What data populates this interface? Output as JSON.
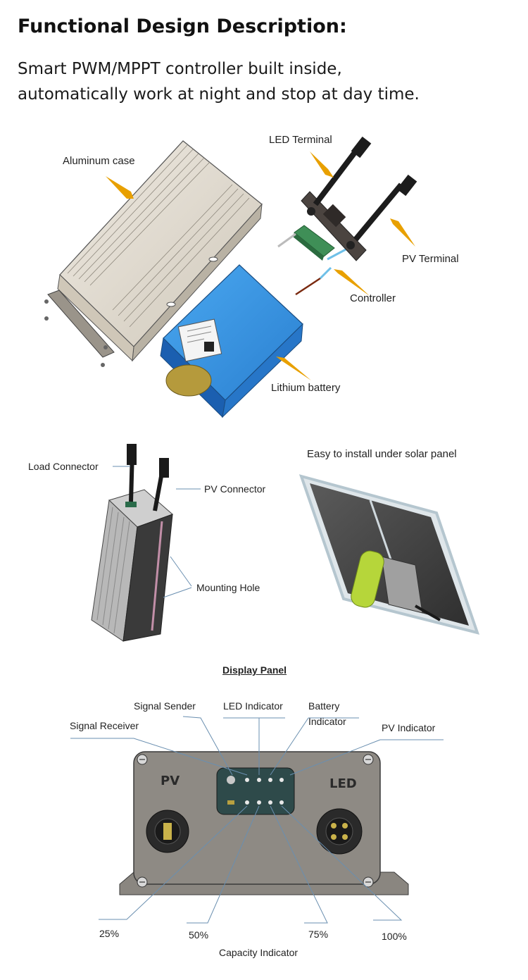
{
  "heading": {
    "title": "Functional Design Description:",
    "line1": "Smart PWM/MPPT controller built inside,",
    "line2": "automatically work at night and stop at day time."
  },
  "exploded_view": {
    "aluminum_case": "Aluminum case",
    "led_terminal": "LED Terminal",
    "pv_terminal": "PV Terminal",
    "controller": "Controller",
    "lithium_battery": "Lithium battery"
  },
  "install_view": {
    "load_connector": "Load Connector",
    "pv_connector": "PV Connector",
    "mounting_hole": "Mounting Hole",
    "easy_install": "Easy to install under solar panel"
  },
  "display_panel": {
    "title": "Display Panel",
    "signal_sender": "Signal Sender",
    "led_indicator": "LED Indicator",
    "battery_indicator_1": "Battery",
    "battery_indicator_2": "Indicator",
    "signal_receiver": "Signal Receiver",
    "pv_indicator": "PV Indicator",
    "pv_mark": "PV",
    "led_mark": "LED",
    "pct_25": "25%",
    "pct_50": "50%",
    "pct_75": "75%",
    "pct_100": "100%",
    "capacity_indicator": "Capacity Indicator"
  },
  "colors": {
    "arrow": "#e8a000",
    "battery_blue": "#2f8ee0",
    "aluminum": "#e3ddd2",
    "panel_gray": "#8e8a84",
    "display_teal": "#2e4a4a",
    "pcb_green": "#3f8f57"
  }
}
